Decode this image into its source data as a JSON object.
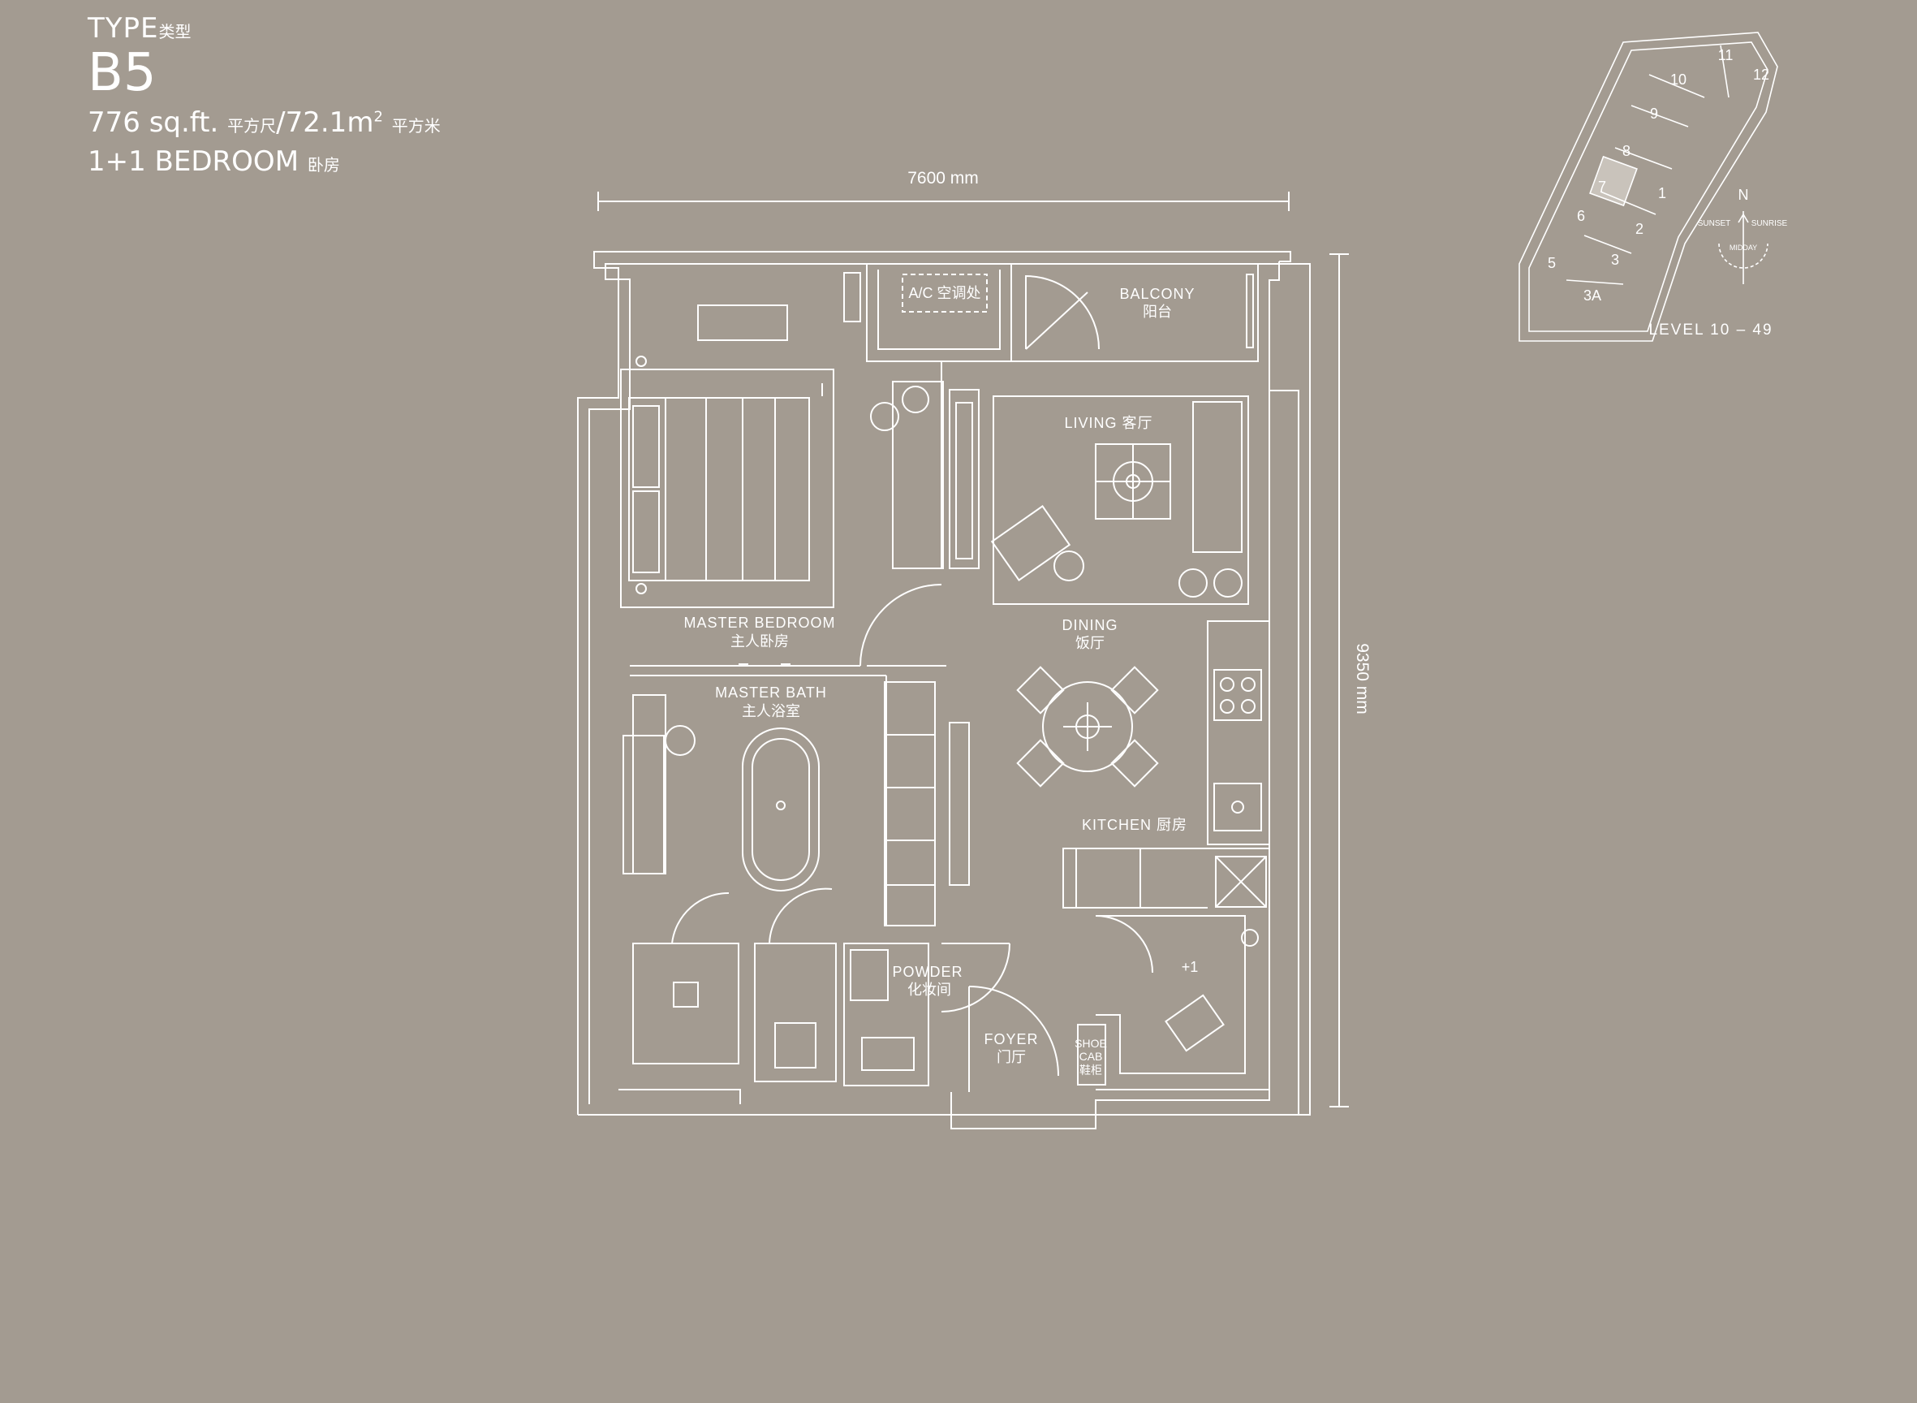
{
  "header": {
    "type_label": "TYPE",
    "type_label_zh": "类型",
    "unit_code": "B5",
    "area_sqft": "776 sq.ft.",
    "area_sqft_zh": "平方尺",
    "area_sep": "/",
    "area_sqm": "72.1m",
    "area_sqm_sup": "2",
    "area_sqm_zh": "平方米",
    "bedroom_label": "1+1 BEDROOM",
    "bedroom_label_zh": "卧房"
  },
  "dimensions": {
    "width": "7600 mm",
    "depth": "9350 mm"
  },
  "rooms": {
    "ac": "A/C 空调处",
    "balcony": "BALCONY",
    "balcony_zh": "阳台",
    "living": "LIVING 客厅",
    "master_bedroom": "MASTER BEDROOM",
    "master_bedroom_zh": "主人卧房",
    "master_bath": "MASTER BATH",
    "master_bath_zh": "主人浴室",
    "dining": "DINING",
    "dining_zh": "饭厅",
    "kitchen": "KITCHEN 厨房",
    "plus_one": "+1",
    "powder": "POWDER",
    "powder_zh": "化妆间",
    "foyer": "FOYER",
    "foyer_zh": "门厅",
    "shoe": "SHOE",
    "cab": "CAB",
    "shoe_zh": "鞋柜"
  },
  "keyplan": {
    "units": [
      "11",
      "12",
      "10",
      "9",
      "8",
      "7",
      "1",
      "6",
      "2",
      "5",
      "3",
      "3A"
    ],
    "highlighted_unit": "7",
    "level_label": "LEVEL 10 – 49",
    "compass": {
      "north": "N",
      "sunset": "SUNSET",
      "sunrise": "SUNRISE",
      "midday": "MIDDAY"
    }
  },
  "colors": {
    "background": "#a39b91",
    "line": "#ffffff",
    "highlight": "#c9c3bb"
  }
}
